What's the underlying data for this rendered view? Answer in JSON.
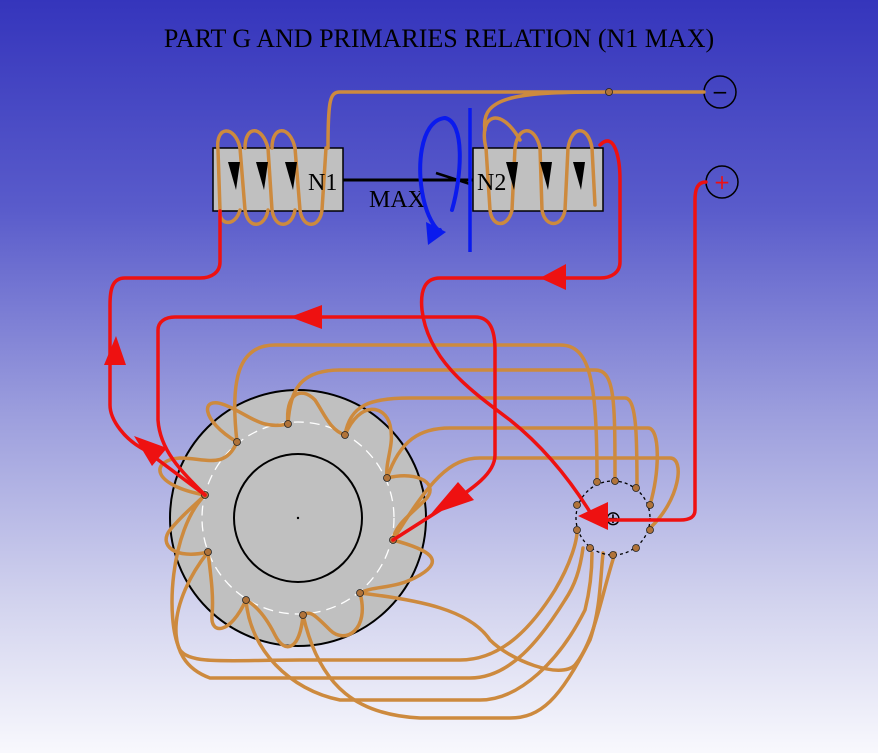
{
  "title": "PART G AND PRIMARIES RELATION (N1 MAX)",
  "coils": {
    "n1_label": "N1",
    "n2_label": "N2"
  },
  "gap_label": "MAX",
  "terminals": {
    "negative": "−",
    "positive": "+",
    "commutator_center": "⊕"
  },
  "colors": {
    "wire_copper": "#cd8a3e",
    "wire_current": "#ee1111",
    "rotation_arrow": "#0a1aee",
    "core_fill": "#c0c0c0",
    "background_top": "#3535bc",
    "background_bottom": "#f8f8fd"
  },
  "icons": [
    "rotation-arrow-icon",
    "current-direction-arrow-icon",
    "terminal-negative-icon",
    "terminal-positive-icon"
  ]
}
